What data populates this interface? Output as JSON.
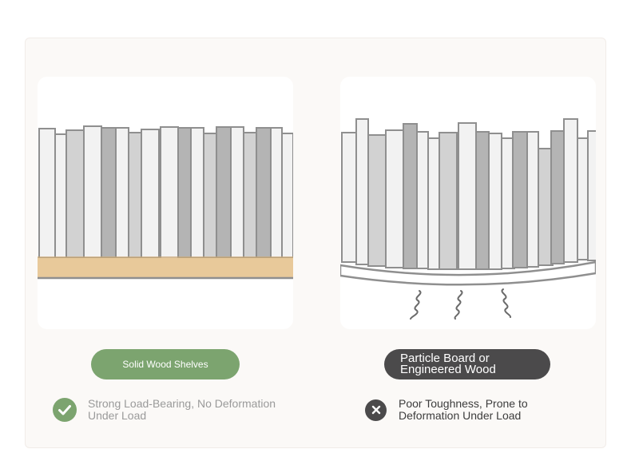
{
  "comparison": {
    "solid": {
      "label": "Solid Wood Shelves",
      "description": "Strong Load-Bearing, No Deformation Under Load",
      "status_icon": "check-icon",
      "accent": "#7ca46f"
    },
    "particle": {
      "label_line1": "Particle Board or",
      "label_line2": "Engineered Wood",
      "description": "Poor Toughness, Prone to Deformation Under Load",
      "status_icon": "close-icon",
      "accent": "#4b4a4b"
    }
  },
  "colors": {
    "shelf": "#e8c99a",
    "book_outline": "#8f8f8f",
    "book_dark": "#b4b4b4",
    "book_mid": "#d2d2d2",
    "book_light": "#f2f2f2"
  }
}
